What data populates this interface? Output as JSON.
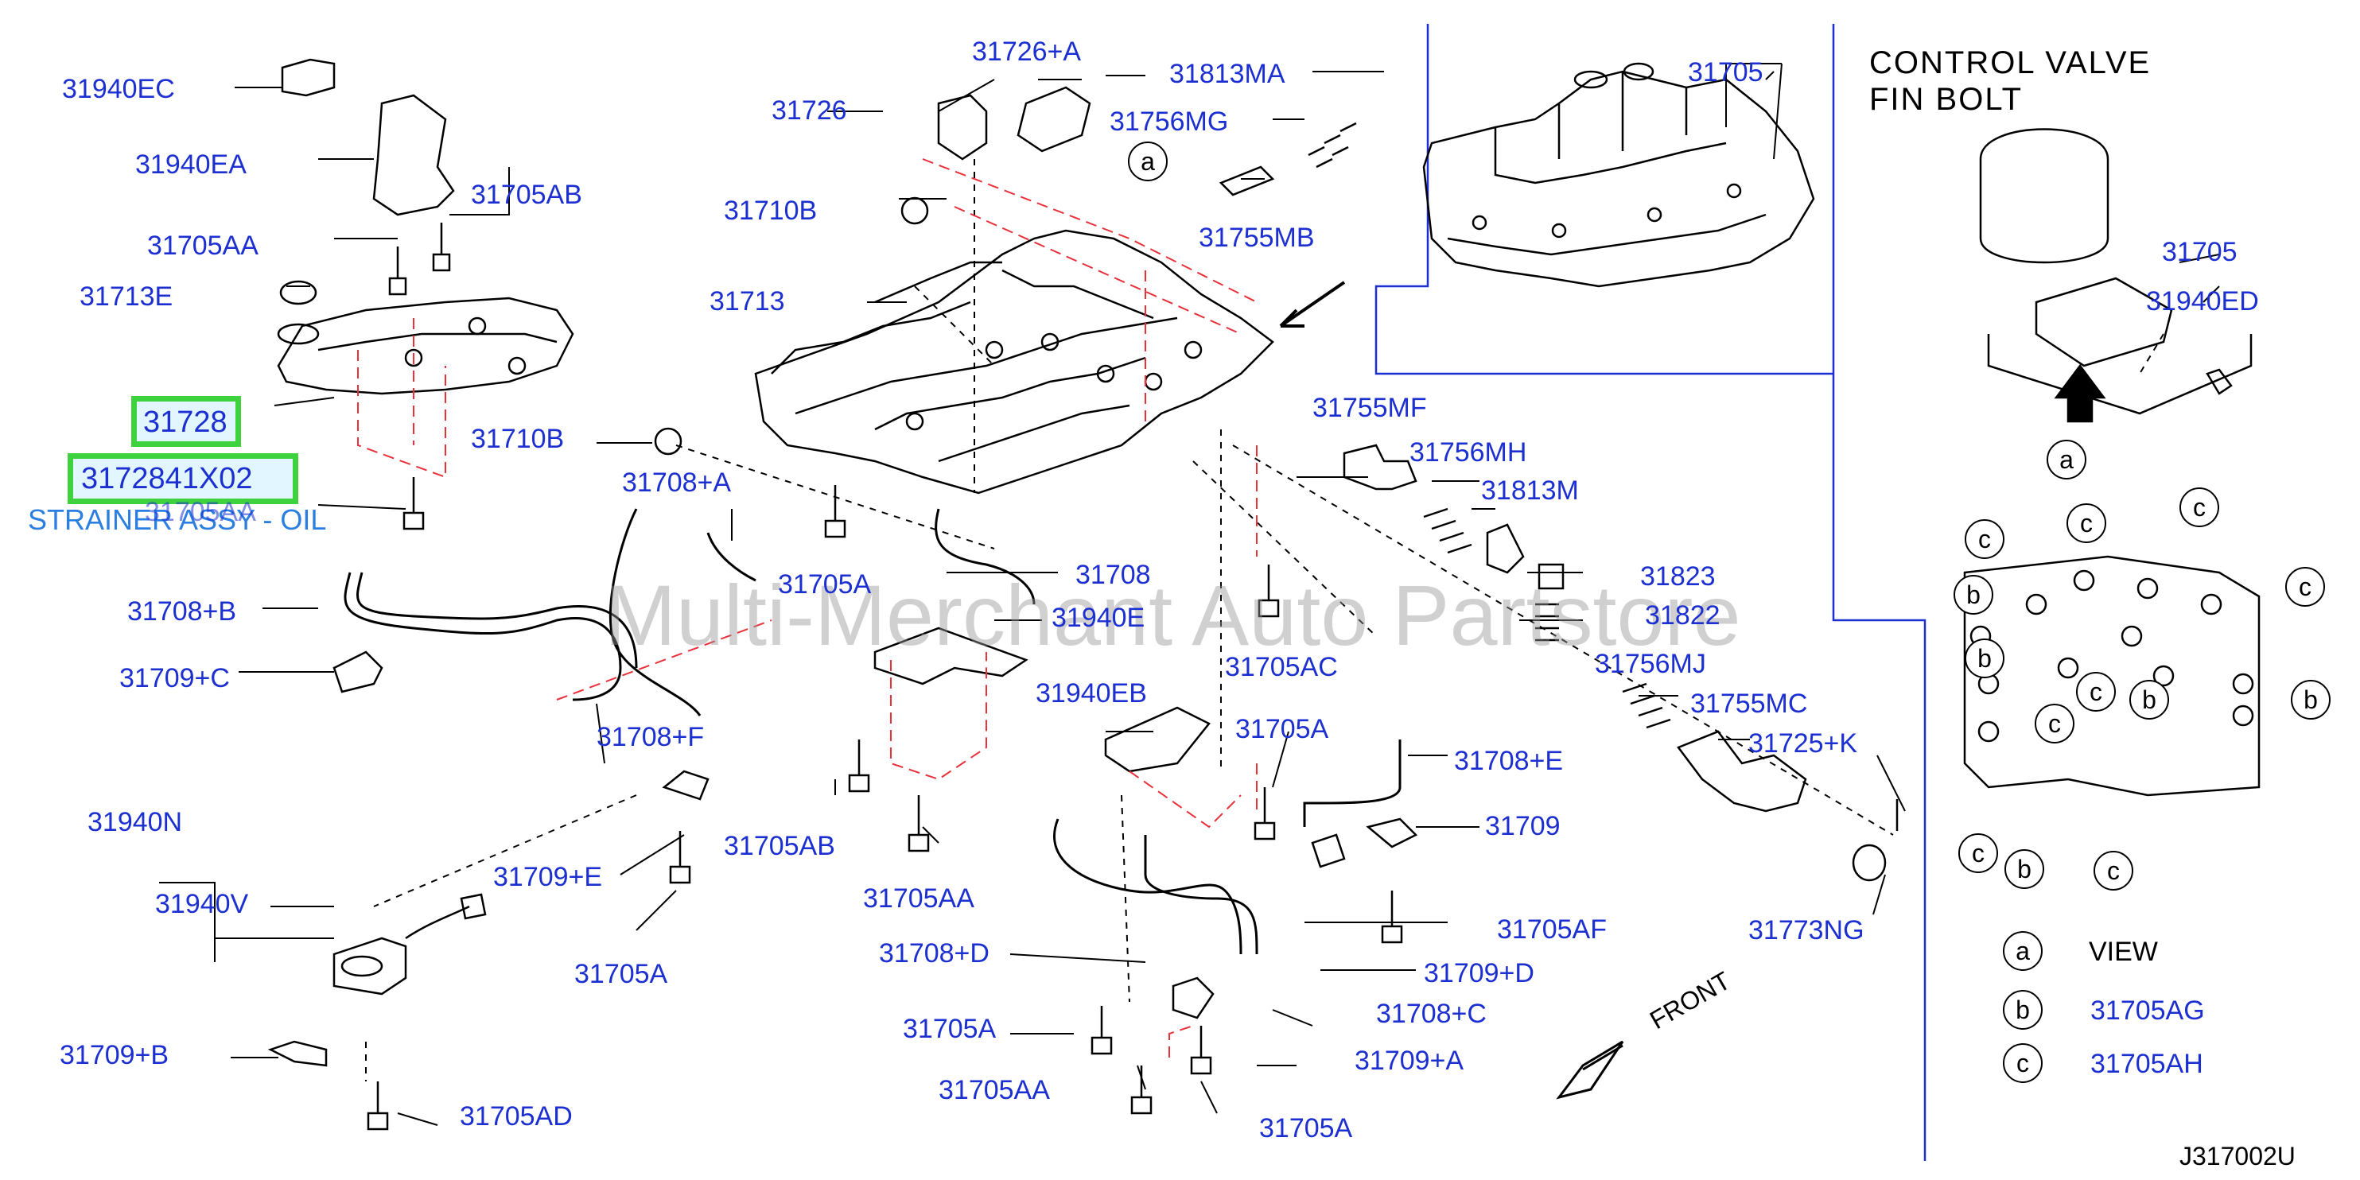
{
  "diagram": {
    "view_label": "VIEW",
    "front_label": "FRONT",
    "diagram_code": "J317002U",
    "watermark": "Multi-Merchant Auto Partstore",
    "inset": {
      "title_line1": "CONTROL  VALVE",
      "title_line2": "FIN  BOLT"
    },
    "highlight": {
      "part": "31728",
      "part_number": "3172841X02",
      "caption": "STRAINER ASSY - OIL"
    },
    "legend": [
      {
        "mark": "a",
        "text": "VIEW"
      },
      {
        "mark": "b",
        "text": "31705AG"
      },
      {
        "mark": "c",
        "text": "31705AH"
      }
    ],
    "labels": {
      "l31940EC": "31940EC",
      "l31940EA": "31940EA",
      "l31705AB_top": "31705AB",
      "l31705AA_top": "31705AA",
      "l31713E": "31713E",
      "l31705AA_mid": "31705AA",
      "l31726A": "31726+A",
      "l31726": "31726",
      "l31710B_top": "31710B",
      "l31713": "31713",
      "l31813MA": "31813MA",
      "l31756MG": "31756MG",
      "l31755MB": "31755MB",
      "l31705_top": "31705",
      "l31705_inset": "31705",
      "l31940ED": "31940ED",
      "l31710B_mid": "31710B",
      "l31708A": "31708+A",
      "l31755MF": "31755MF",
      "l31756MH": "31756MH",
      "l31813M": "31813M",
      "l31823": "31823",
      "l31822": "31822",
      "l31756MJ": "31756MJ",
      "l31755MC": "31755MC",
      "l31725K": "31725+K",
      "l31773NG": "31773NG",
      "l31708B": "31708+B",
      "l31709C": "31709+C",
      "l31708F": "31708+F",
      "l31705A_1": "31705A",
      "l31708": "31708",
      "l31940E": "31940E",
      "l31940EB": "31940EB",
      "l31705AC": "31705AC",
      "l31705A_2": "31705A",
      "l31708E": "31708+E",
      "l31709": "31709",
      "l31705AF": "31705AF",
      "l31709D": "31709+D",
      "l31708C": "31708+C",
      "l31709A": "31709+A",
      "l31705A_3": "31705A",
      "l31705AA_bot": "31705AA",
      "l31705A_4": "31705A",
      "l31708D": "31708+D",
      "l31705AB_bot": "31705AB",
      "l31705AA_bot2": "31705AA",
      "l31709E": "31709+E",
      "l31705A_5": "31705A",
      "l31940N": "31940N",
      "l31940V": "31940V",
      "l31709B": "31709+B",
      "l31705AD": "31705AD"
    },
    "callouts": {
      "a_main": "a",
      "a_inset": "a",
      "view_b": [
        "b",
        "b",
        "b",
        "b",
        "b"
      ],
      "view_c": [
        "c",
        "c",
        "c",
        "c",
        "c",
        "c",
        "c",
        "c"
      ]
    }
  }
}
